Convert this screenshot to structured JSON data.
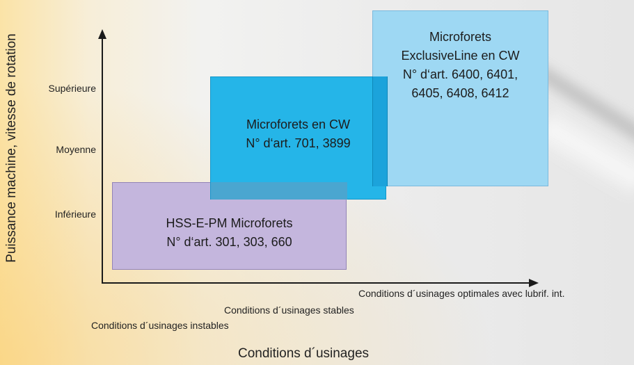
{
  "y_axis": {
    "title": "Puissance machine, vitesse de rotation",
    "levels": [
      "Supérieure",
      "Moyenne",
      "Inférieure"
    ]
  },
  "x_axis": {
    "title": "Conditions d´usinages",
    "levels": [
      "Conditions d´usinages optimales avec lubrif. int.",
      "Conditions d´usinages stables",
      "Conditions d´usinages instables"
    ]
  },
  "boxes": {
    "hss": {
      "line1": "HSS-E-PM Microforets",
      "line2": "N° d‘art. 301, 303, 660",
      "color": "#c4b6dd"
    },
    "cw": {
      "line1": "Microforets en CW",
      "line2": "N° d‘art. 701, 3899",
      "color": "#25b5e8"
    },
    "exclusive": {
      "line1": "Microforets",
      "line2": "ExclusiveLine en CW",
      "line3": "N° d‘art. 6400, 6401,",
      "line4": "6405, 6408, 6412",
      "color": "#9ed8f3"
    }
  }
}
